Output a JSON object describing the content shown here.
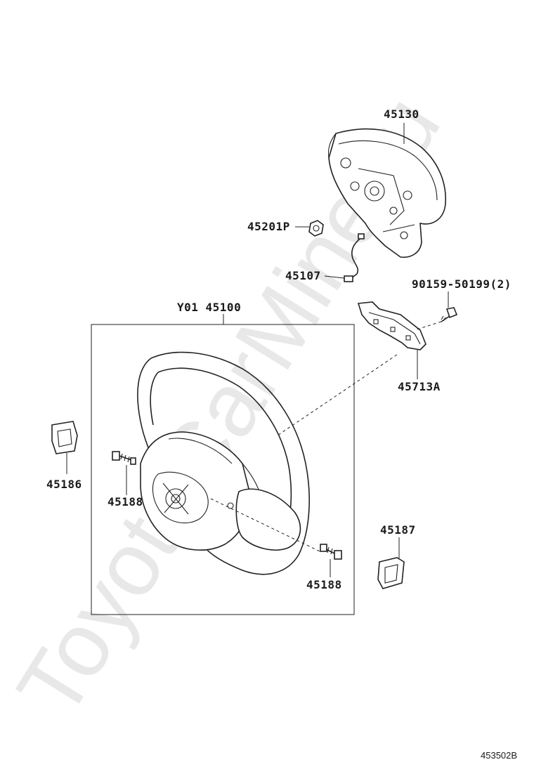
{
  "watermark": {
    "text": "ToyotaCarMine.ru",
    "color": "#d7d7d7"
  },
  "labels": {
    "airbag": "45130",
    "nut": "45201P",
    "wire": "45107",
    "bolt": "90159-50199(2)",
    "bracket": "45713A",
    "assembly": "Y01 45100",
    "cover_left": "45186",
    "screw_left": "45188",
    "screw_right": "45188",
    "cover_right": "45187"
  },
  "figure_id": "453502B",
  "colors": {
    "line": "#222222",
    "background": "#ffffff"
  }
}
